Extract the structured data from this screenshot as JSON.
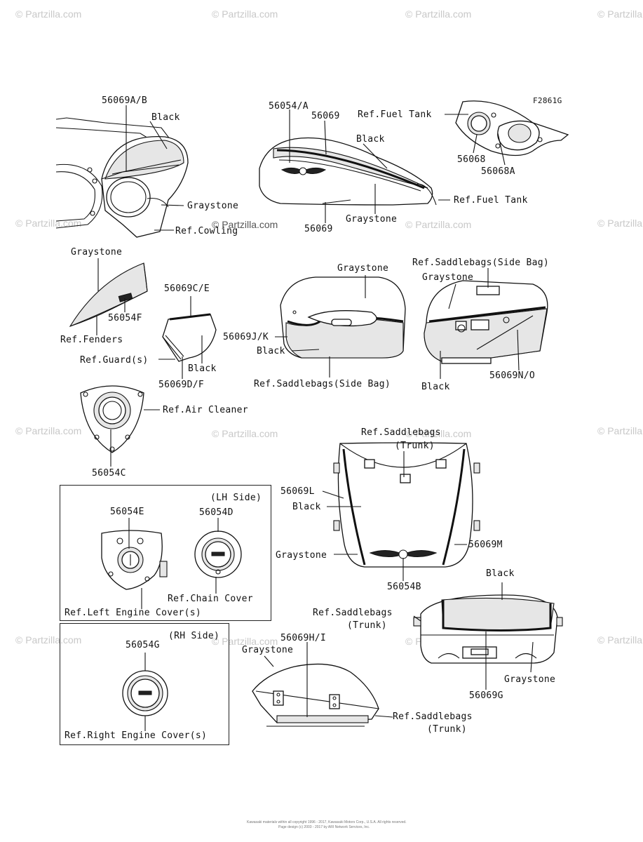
{
  "figure_code": "F2861G",
  "watermark": "© Partzilla.com",
  "footer": {
    "line1": "Kawasaki materials within all copyright 1996 - 2017, Kawasaki Motors Corp., U.S.A. All rights reserved.",
    "line2": "Page design (c) 2003 - 2017 by ARI Network Services, Inc."
  },
  "groups": {
    "lh_side": "(LH Side)",
    "rh_side": "(RH Side)"
  },
  "labels": {
    "p56069AB": "56069A/B",
    "black_cowl": "Black",
    "graystone_cowl": "Graystone",
    "ref_cowling": "Ref.Cowling",
    "p56054A": "56054/A",
    "p56069_tank_top": "56069",
    "ref_fuel_tank_top": "Ref.Fuel Tank",
    "black_tank": "Black",
    "ref_fuel_tank": "Ref.Fuel Tank",
    "graystone_tank": "Graystone",
    "p56069_tank_bottom": "56069",
    "p56068": "56068",
    "p56068A": "56068A",
    "graystone_fender": "Graystone",
    "p56054F": "56054F",
    "ref_fenders": "Ref.Fenders",
    "p56069CE": "56069C/E",
    "ref_guards": "Ref.Guard(s)",
    "black_guard": "Black",
    "p56069DF": "56069D/F",
    "graystone_bag_l": "Graystone",
    "p56069JK": "56069J/K",
    "black_bag_l": "Black",
    "ref_saddlebags_side_l": "Ref.Saddlebags(Side Bag)",
    "ref_saddlebags_side_r": "Ref.Saddlebags(Side Bag)",
    "graystone_bag_r": "Graystone",
    "black_bag_r": "Black",
    "p56069NO": "56069N/O",
    "ref_air_cleaner": "Ref.Air Cleaner",
    "p56054C": "56054C",
    "ref_saddlebags_trunk_1a": "Ref.Saddlebags",
    "ref_saddlebags_trunk_1b": "(Trunk)",
    "p56069L": "56069L",
    "black_trunk1": "Black",
    "graystone_trunk1": "Graystone",
    "p56069M": "56069M",
    "p56054B": "56054B",
    "p56054E": "56054E",
    "p56054D": "56054D",
    "ref_chain_cover": "Ref.Chain Cover",
    "ref_left_engine_cover": "Ref.Left Engine Cover(s)",
    "black_trunk2": "Black",
    "ref_saddlebags_trunk_2a": "Ref.Saddlebags",
    "ref_saddlebags_trunk_2b": "(Trunk)",
    "graystone_trunk2": "Graystone",
    "p56069G": "56069G",
    "p56069HI": "56069H/I",
    "graystone_trunk3": "Graystone",
    "ref_saddlebags_trunk_3a": "Ref.Saddlebags",
    "ref_saddlebags_trunk_3b": "(Trunk)",
    "p56054G": "56054G",
    "ref_right_engine_cover": "Ref.Right Engine Cover(s)"
  }
}
